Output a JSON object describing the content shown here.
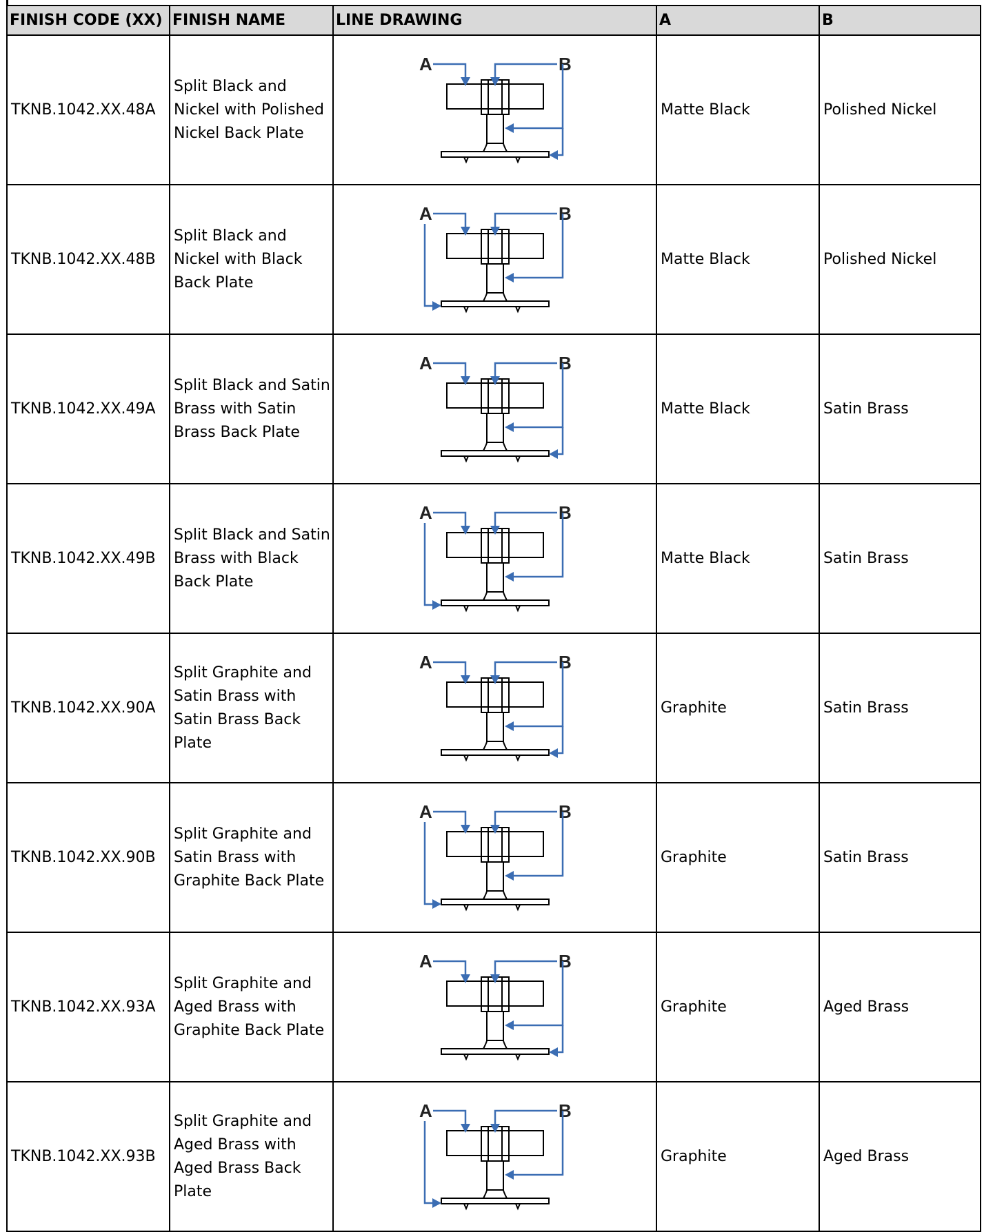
{
  "headers": {
    "code": "FINISH CODE (XX)",
    "name": "FINISH NAME",
    "drawing": "LINE DRAWING",
    "a": "A",
    "b": "B"
  },
  "diagram_labels": {
    "a": "A",
    "b": "B"
  },
  "colors": {
    "arrow": "#3b6db3",
    "header_bg": "#d9d9d9",
    "line": "#000000"
  },
  "rows": [
    {
      "code": "TKNB.1042.XX.48A",
      "name": "Split Black and Nickel with Polished Nickel Back Plate",
      "a": "Matte Black",
      "b": "Polished Nickel",
      "plate_arrow": "B"
    },
    {
      "code": "TKNB.1042.XX.48B",
      "name": "Split Black and Nickel with Black Back Plate",
      "a": "Matte Black",
      "b": "Polished Nickel",
      "plate_arrow": "A"
    },
    {
      "code": "TKNB.1042.XX.49A",
      "name": "Split Black and Satin Brass with Satin Brass Back Plate",
      "a": "Matte Black",
      "b": "Satin Brass",
      "plate_arrow": "B"
    },
    {
      "code": "TKNB.1042.XX.49B",
      "name": "Split Black and Satin Brass with Black Back Plate",
      "a": "Matte Black",
      "b": "Satin Brass",
      "plate_arrow": "A"
    },
    {
      "code": "TKNB.1042.XX.90A",
      "name": "Split Graphite and Satin Brass with Satin Brass Back Plate",
      "a": "Graphite",
      "b": "Satin Brass",
      "plate_arrow": "B"
    },
    {
      "code": "TKNB.1042.XX.90B",
      "name": "Split Graphite and Satin Brass with Graphite Back Plate",
      "a": "Graphite",
      "b": "Satin Brass",
      "plate_arrow": "A"
    },
    {
      "code": "TKNB.1042.XX.93A",
      "name": "Split Graphite and Aged Brass with Graphite Back Plate",
      "a": "Graphite",
      "b": "Aged Brass",
      "plate_arrow": "B"
    },
    {
      "code": "TKNB.1042.XX.93B",
      "name": "Split Graphite and Aged Brass with Aged Brass Back Plate",
      "a": "Graphite",
      "b": "Aged Brass",
      "plate_arrow": "A"
    }
  ]
}
